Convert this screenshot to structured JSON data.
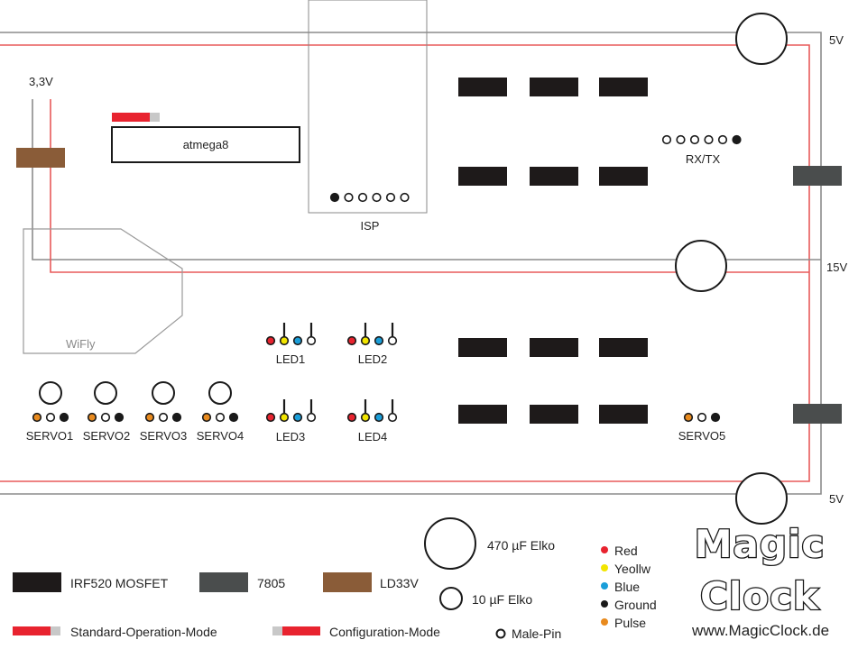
{
  "colors": {
    "wire_red": "#e85a5a",
    "wire_gray": "#8c8c8c",
    "mosfet": "#1e1a1a",
    "regulator_7805": "#4a4d4d",
    "ld33v": "#8a5c38",
    "pin_red": "#e8232f",
    "pin_yellow": "#f2e500",
    "pin_blue": "#1a9ed9",
    "pin_ground": "#1a1a1a",
    "pin_pulse": "#e88a1e",
    "mode_red": "#e8232f",
    "mode_gray": "#c8c8c8"
  },
  "labels": {
    "v5_top": "5V",
    "v15": "15V",
    "v5_bottom": "5V",
    "v33": "3,3V",
    "chip": "atmega8",
    "isp": "ISP",
    "rxtx": "RX/TX",
    "wifly": "WiFly"
  },
  "led_headers": [
    {
      "label": "LED1"
    },
    {
      "label": "LED2"
    },
    {
      "label": "LED3"
    },
    {
      "label": "LED4"
    }
  ],
  "servos": [
    {
      "label": "SERVO1"
    },
    {
      "label": "SERVO2"
    },
    {
      "label": "SERVO3"
    },
    {
      "label": "SERVO4"
    },
    {
      "label": "SERVO5"
    }
  ],
  "legend": {
    "mosfet": "IRF520 MOSFET",
    "regulator": "7805",
    "ld33v": "LD33V",
    "elko470": "470 µF Elko",
    "elko10": "10 µF Elko",
    "standard_mode": "Standard-Operation-Mode",
    "config_mode": "Configuration-Mode",
    "male_pin": "Male-Pin",
    "pin_colors": [
      {
        "name": "Red"
      },
      {
        "name": "Yeollw"
      },
      {
        "name": "Blue"
      },
      {
        "name": "Ground"
      },
      {
        "name": "Pulse"
      }
    ]
  },
  "branding": {
    "logo_line1": "Magic",
    "logo_line2": "Clock",
    "url": "www.MagicClock.de"
  }
}
